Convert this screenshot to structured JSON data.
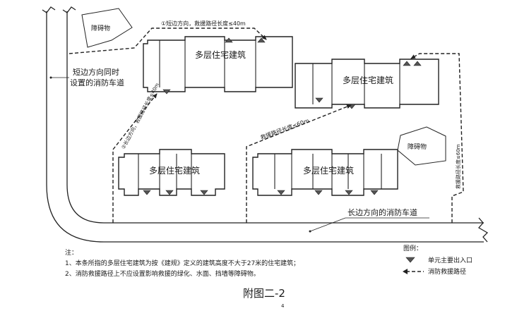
{
  "labels": {
    "obstacle_top": "障碍物",
    "obstacle_right": "障碍物",
    "short_side_road": [
      "短边方向同时",
      "设置的消防车道"
    ],
    "long_side_road": "长边方向的消防车道",
    "route_1": "①短边方向，救援路径长度≤40m",
    "route_2": "②长边方向，救援路径长度≤40m",
    "route_middle": "救援路径长度≤60m",
    "route_right": "救援路径长度≤60m",
    "building_a": "多层住宅建筑",
    "building_b": "多层住宅建筑",
    "building_c": "多层住宅建筑",
    "building_d": "多层住宅建筑"
  },
  "notes": {
    "heading": "注：",
    "items": [
      "1、本条所指的多层住宅建筑为按《建规》定义的建筑高度不大于27米的住宅建筑；",
      "2、消防救援路径上不应设置影响救援的绿化、水面、挡墙等障碍物。"
    ]
  },
  "legend": {
    "title": "图例：",
    "entrance": "单元主要出入口",
    "route": "消防救援路径"
  },
  "caption": "附图二-2",
  "page_mark": "4"
}
